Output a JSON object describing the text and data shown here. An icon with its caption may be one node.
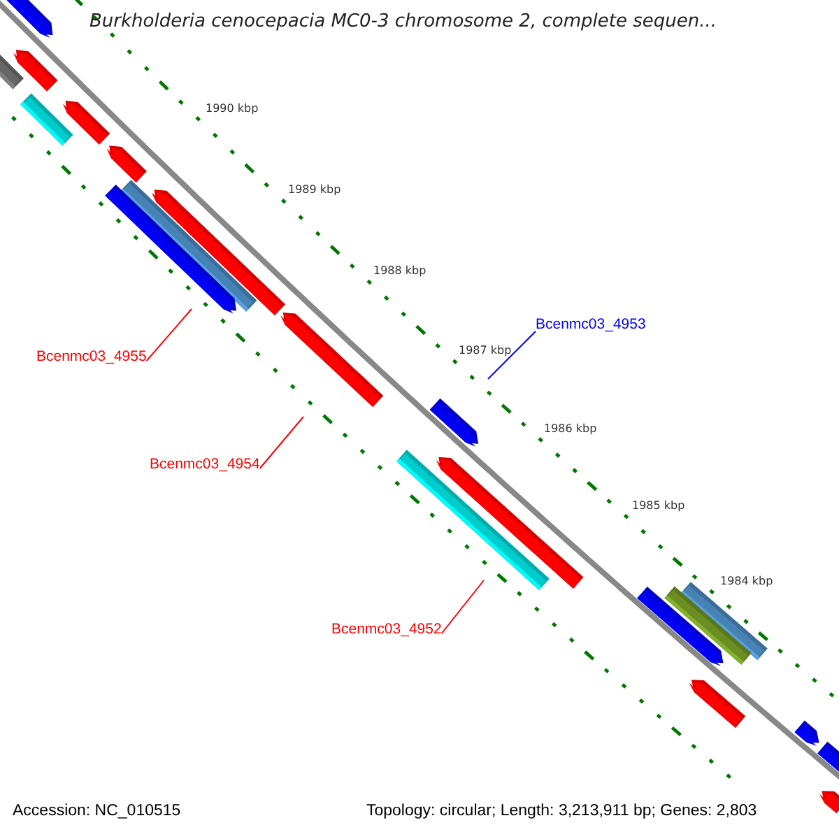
{
  "diagram": {
    "title": "Burkholderia cenocepacia MC0-3 chromosome 2, complete sequen...",
    "nodes": [
      {
        "text": [
          "Bcenmc03_4953"
        ]
      },
      {
        "text": [
          "Bcenmc03_4955"
        ]
      },
      {
        "text": [
          "Bcenmc03_4954"
        ]
      },
      {
        "text": [
          "Bcenmc03_4952"
        ]
      }
    ],
    "edges": [
      {
        "from": 0,
        "to": null,
        "arrow": "none",
        "color": "#0000ff"
      },
      {
        "from": 1,
        "to": null,
        "arrow": "none"
      },
      {
        "from": 2,
        "to": null,
        "arrow": "none"
      },
      {
        "from": 3,
        "to": null,
        "arrow": "none"
      }
    ],
    "labels": [
      "1990 kbp",
      "1989 kbp",
      "1988 kbp",
      "1987 kbp",
      "1986 kbp",
      "1985 kbp",
      "1984 kbp",
      "Accession: NC_010515",
      "Topology: circular; Length: 3,213,911 bp; Genes: 2,803"
    ]
  }
}
